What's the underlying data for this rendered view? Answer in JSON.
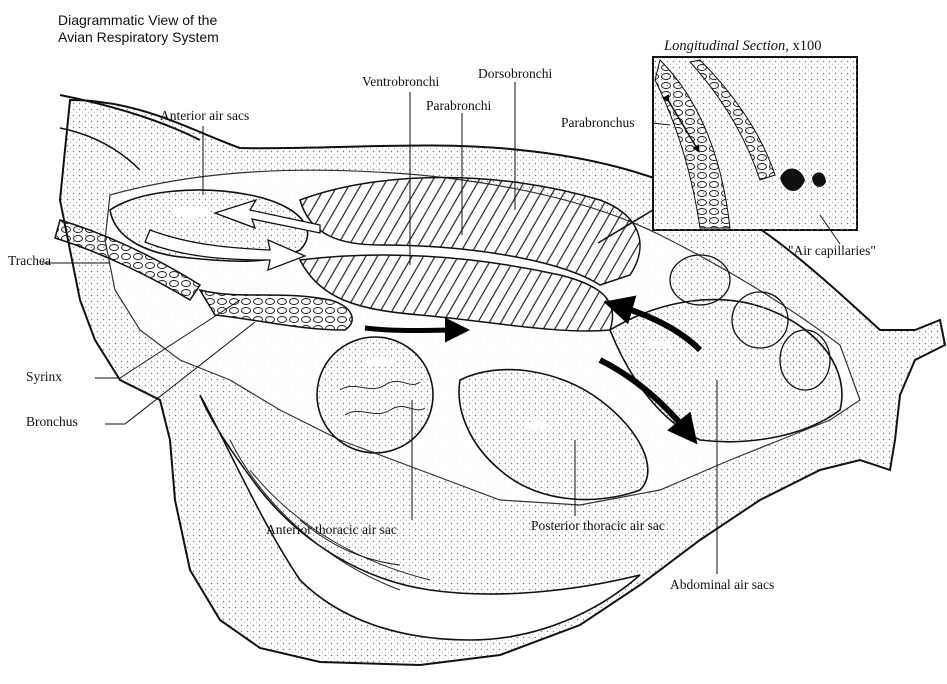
{
  "title": {
    "line1": "Diagrammatic View of the",
    "line2": "Avian Respiratory System"
  },
  "inset": {
    "title_italic": "Longitudinal Section,",
    "title_mag": " x100"
  },
  "labels": {
    "ventrobronchi": "Ventrobronchi",
    "dorsobronchi": "Dorsobronchi",
    "parabronchi": "Parabronchi",
    "anterior_air_sacs": "Anterior air sacs",
    "parabronchus": "Parabronchus",
    "air_capillaries": "\"Air capillaries\"",
    "trachea": "Trachea",
    "syrinx": "Syrinx",
    "bronchus": "Bronchus",
    "anterior_thoracic_air_sac": "Anterior thoracic air sac",
    "posterior_thoracic_air_sac": "Posterior thoracic air sac",
    "abdominal_air_sacs": "Abdominal air sacs"
  },
  "colors": {
    "ink": "#111111",
    "stipple": "#9a9a9a",
    "arrow": "#000000",
    "paper": "#ffffff"
  }
}
